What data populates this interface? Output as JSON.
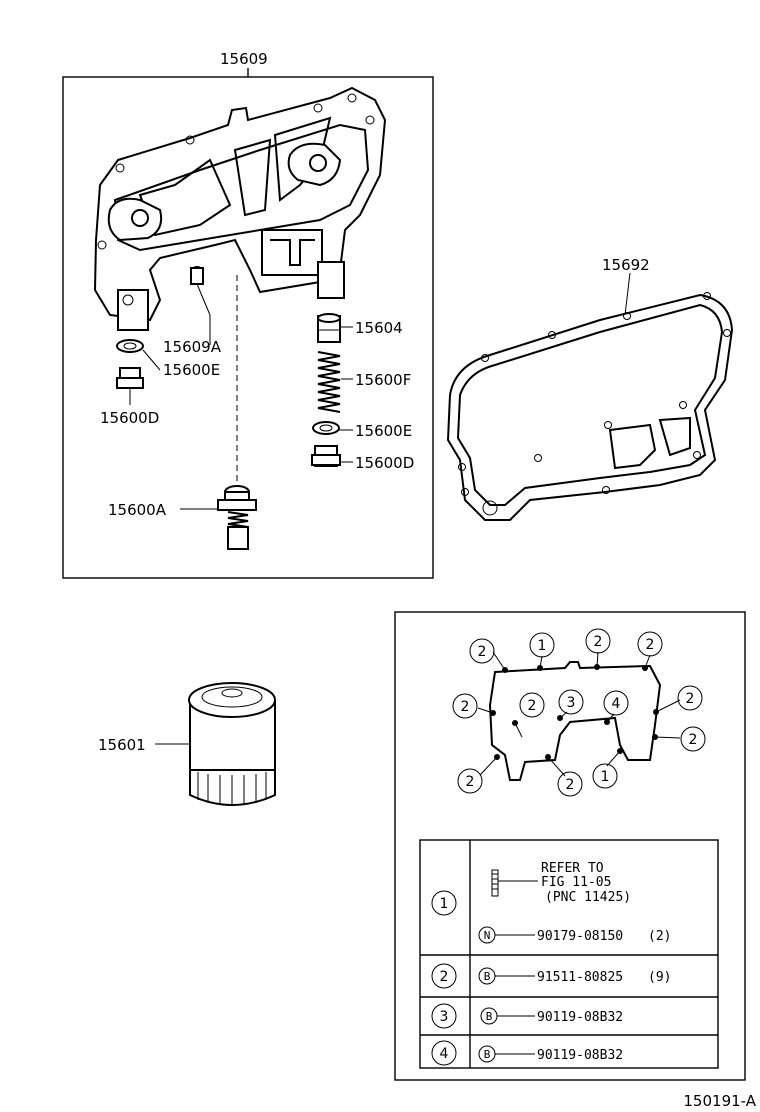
{
  "callouts": {
    "p15609": "15609",
    "p15692": "15692",
    "p15604": "15604",
    "p15609a": "15609A",
    "p15600e_left": "15600E",
    "p15600f": "15600F",
    "p15600d_left": "15600D",
    "p15600e_right": "15600E",
    "p15600d_right": "15600D",
    "p15600a": "15600A",
    "p15601": "15601"
  },
  "bolt_map": {
    "markers": [
      "2",
      "1",
      "2",
      "2",
      "2",
      "2",
      "3",
      "4",
      "2",
      "2",
      "2",
      "2",
      "1"
    ]
  },
  "legend": {
    "rows": [
      {
        "key": "1",
        "refer_lines": [
          "REFER TO",
          "FIG 11-05",
          "(PNC 11425)"
        ],
        "symbol": "N",
        "part": "90179-08150",
        "qty": "(2)"
      },
      {
        "key": "2",
        "symbol": "B",
        "part": "91511-80825",
        "qty": "(9)"
      },
      {
        "key": "3",
        "symbol": "B",
        "part": "90119-08B32",
        "qty": ""
      },
      {
        "key": "4",
        "symbol": "B",
        "part": "90119-08B32",
        "qty": ""
      }
    ]
  },
  "diagram_code": "150191-A"
}
